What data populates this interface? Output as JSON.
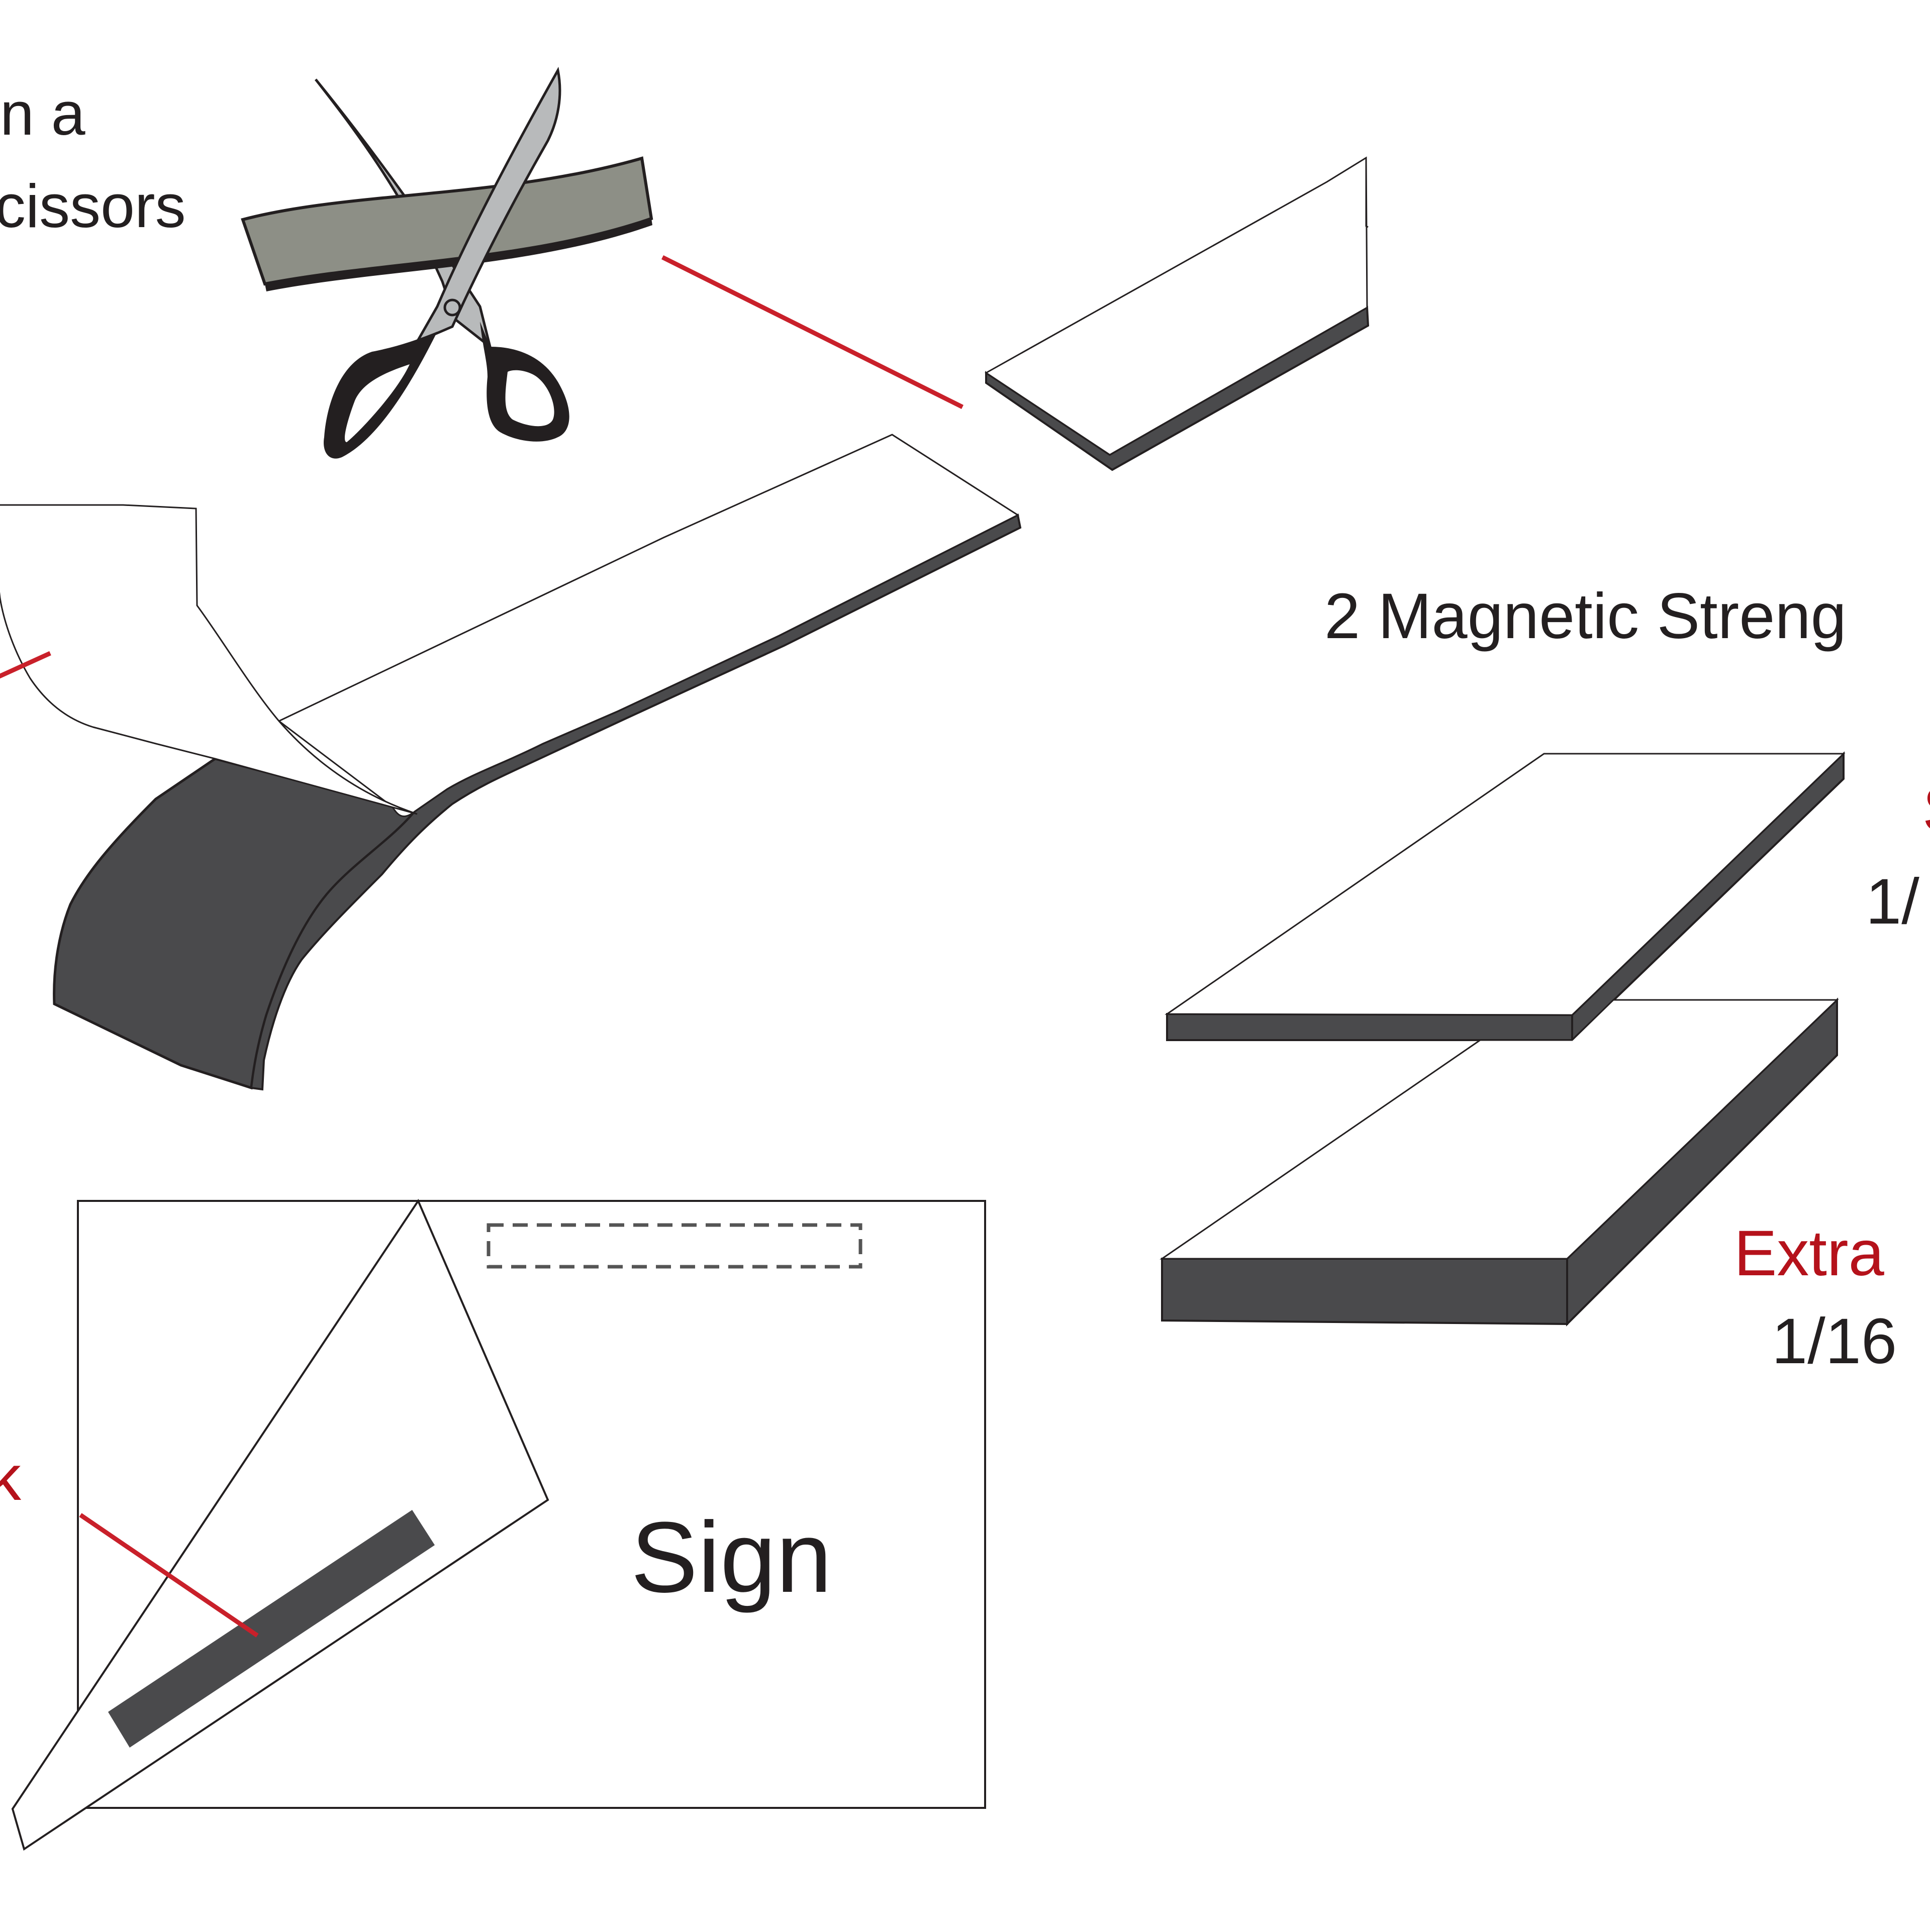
{
  "labels": {
    "cut_line1": "n a",
    "cut_line2": "cissors",
    "strengths_title": "2 Magnetic Streng",
    "standard_partial": "S",
    "standard_thickness_partial": "1/",
    "extra_label": "Extra",
    "extra_thickness": "1/16",
    "peel_partial": "k",
    "sign_label": "Sign"
  },
  "colors": {
    "magnet_dark": "#4a4a4c",
    "leader_red": "#c9202a",
    "scissors_blade": "#b8babb",
    "scissors_handle": "#231f20",
    "strip_gray": "#8d8f86",
    "outline": "#231f20",
    "dashed": "#555555"
  },
  "icons": {
    "tool": "scissors-icon"
  }
}
